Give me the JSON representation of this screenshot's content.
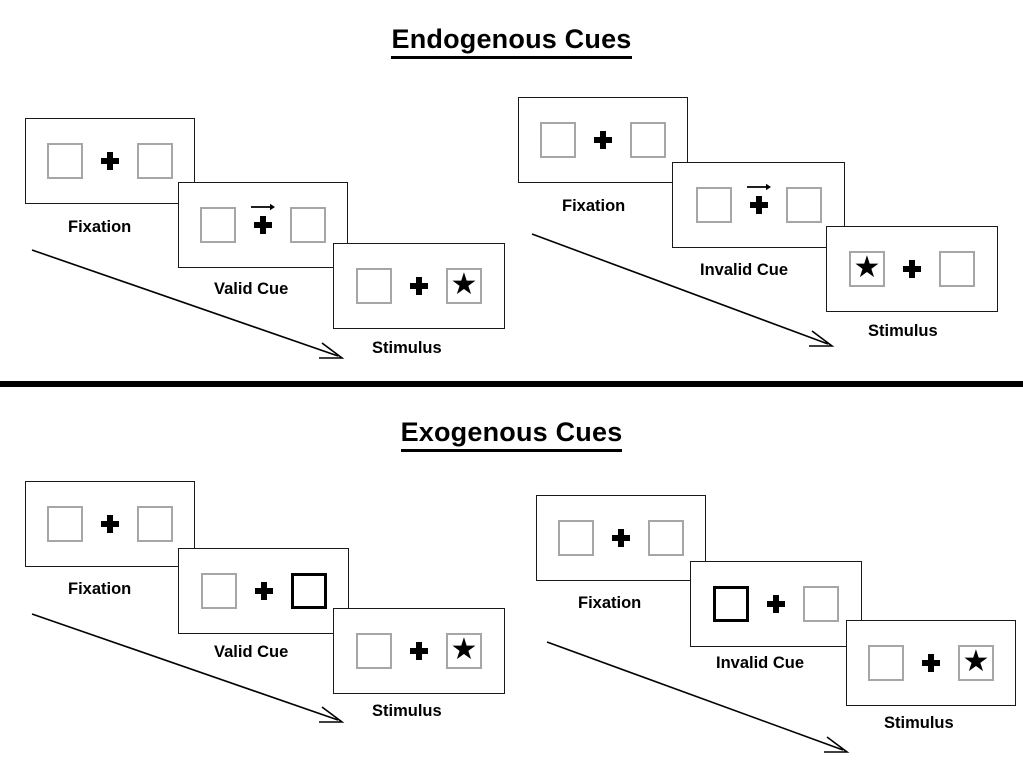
{
  "figure": {
    "type": "diagram",
    "description": "Posner spatial cueing paradigm: endogenous vs exogenous cues, valid vs invalid trials"
  },
  "sections": [
    {
      "id": "endogenous",
      "title": "Endogenous Cues",
      "sequences": [
        {
          "id": "endogenous-valid",
          "frames": [
            {
              "caption": "Fixation",
              "left_box": {
                "state": "neutral",
                "content": ""
              },
              "right_box": {
                "state": "neutral",
                "content": ""
              },
              "center": "fixation-cross",
              "arrow_cue": "none"
            },
            {
              "caption": "Valid Cue",
              "left_box": {
                "state": "neutral",
                "content": ""
              },
              "right_box": {
                "state": "neutral",
                "content": ""
              },
              "center": "fixation-cross",
              "arrow_cue": "right"
            },
            {
              "caption": "Stimulus",
              "left_box": {
                "state": "neutral",
                "content": ""
              },
              "right_box": {
                "state": "neutral",
                "content": "★"
              },
              "center": "fixation-cross",
              "arrow_cue": "none"
            }
          ]
        },
        {
          "id": "endogenous-invalid",
          "frames": [
            {
              "caption": "Fixation",
              "left_box": {
                "state": "neutral",
                "content": ""
              },
              "right_box": {
                "state": "neutral",
                "content": ""
              },
              "center": "fixation-cross",
              "arrow_cue": "none"
            },
            {
              "caption": "Invalid Cue",
              "left_box": {
                "state": "neutral",
                "content": ""
              },
              "right_box": {
                "state": "neutral",
                "content": ""
              },
              "center": "fixation-cross",
              "arrow_cue": "right"
            },
            {
              "caption": "Stimulus",
              "left_box": {
                "state": "neutral",
                "content": "★"
              },
              "right_box": {
                "state": "neutral",
                "content": ""
              },
              "center": "fixation-cross",
              "arrow_cue": "none"
            }
          ]
        }
      ]
    },
    {
      "id": "exogenous",
      "title": "Exogenous Cues",
      "sequences": [
        {
          "id": "exogenous-valid",
          "frames": [
            {
              "caption": "Fixation",
              "left_box": {
                "state": "neutral",
                "content": ""
              },
              "right_box": {
                "state": "neutral",
                "content": ""
              },
              "center": "fixation-cross",
              "arrow_cue": "none"
            },
            {
              "caption": "Valid Cue",
              "left_box": {
                "state": "neutral",
                "content": ""
              },
              "right_box": {
                "state": "cued",
                "content": ""
              },
              "center": "fixation-cross",
              "arrow_cue": "none"
            },
            {
              "caption": "Stimulus",
              "left_box": {
                "state": "neutral",
                "content": ""
              },
              "right_box": {
                "state": "neutral",
                "content": "★"
              },
              "center": "fixation-cross",
              "arrow_cue": "none"
            }
          ]
        },
        {
          "id": "exogenous-invalid",
          "frames": [
            {
              "caption": "Fixation",
              "left_box": {
                "state": "neutral",
                "content": ""
              },
              "right_box": {
                "state": "neutral",
                "content": ""
              },
              "center": "fixation-cross",
              "arrow_cue": "none"
            },
            {
              "caption": "Invalid Cue",
              "left_box": {
                "state": "cued",
                "content": ""
              },
              "right_box": {
                "state": "neutral",
                "content": ""
              },
              "center": "fixation-cross",
              "arrow_cue": "none"
            },
            {
              "caption": "Stimulus",
              "left_box": {
                "state": "neutral",
                "content": ""
              },
              "right_box": {
                "state": "neutral",
                "content": "★"
              },
              "center": "fixation-cross",
              "arrow_cue": "none"
            }
          ]
        }
      ]
    }
  ],
  "colors": {
    "box_border_neutral": "#a6a6a6",
    "box_border_cued": "#000000",
    "panel_border": "#1a1a1a",
    "ink": "#000000",
    "background": "#ffffff",
    "divider": "#000000"
  },
  "glyphs": {
    "star": "★",
    "fixation_cross": "✚",
    "time_arrow": "→"
  }
}
